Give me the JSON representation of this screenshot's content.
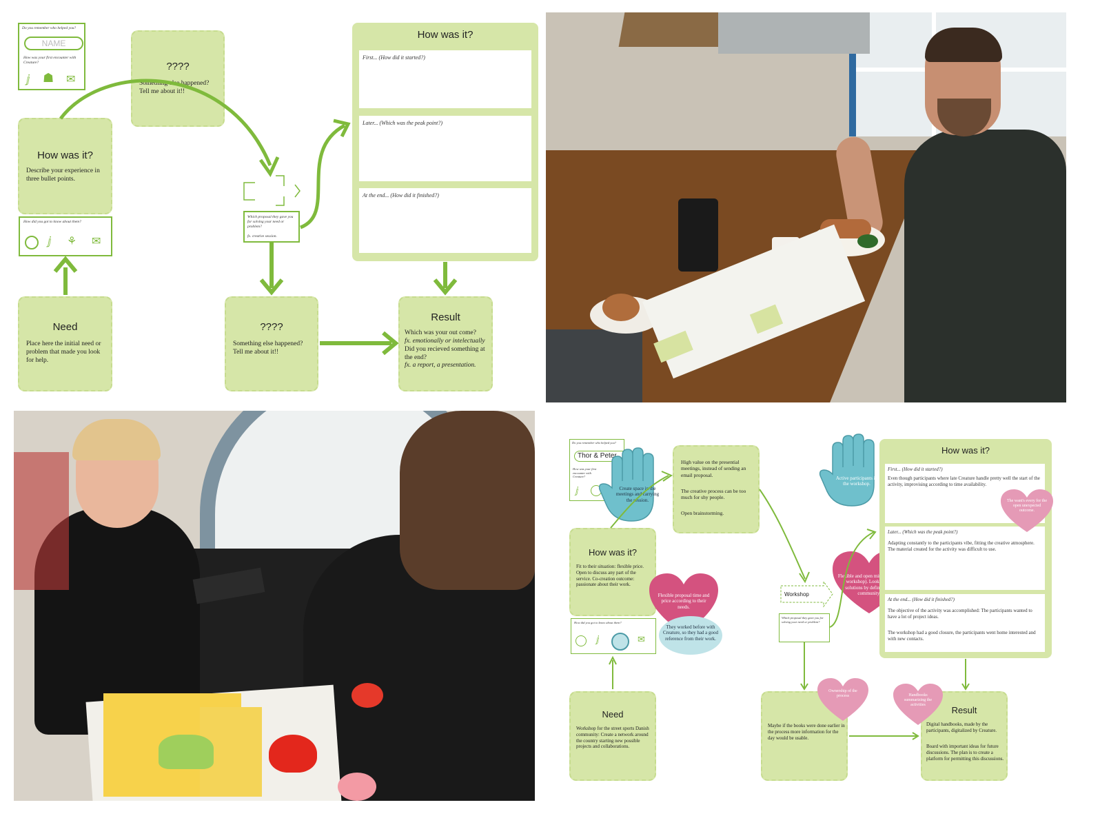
{
  "template": {
    "remember_prompt": "Do you remember who helped you?",
    "name_field": "NAME",
    "first_encounter": "How was your first encounter with Creature?",
    "howwasit_left_title": "How was it?",
    "howwasit_left_body": "Describe your experience in three bullet points.",
    "how_know_prompt": "How did you got to know about them?",
    "need_title": "Need",
    "need_body": "Place here the initial need or problem that made you look for help.",
    "else1_title": "????",
    "else1_body": "Something else happened? Tell me about it!!",
    "else2_title": "????",
    "else2_body": "Something else happened? Tell me about it!!",
    "proposal_body": "Which proposal they gave you for solving your need or problem?",
    "proposal_eg": "fx. creative session.",
    "big_title": "How was it?",
    "first": "First... (How did it started?)",
    "later": "Later... (Which was the peak point?)",
    "end": "At the end... (How did it finished?)",
    "result_title": "Result",
    "result_l1": "Which was your out come?",
    "result_l2": "fx. emotionally or intelectually",
    "result_l3": "Did you recieved something at the end?",
    "result_l4": "fx. a report, a presentation."
  },
  "filled": {
    "remember_prompt": "Do you remember who helped you?",
    "name_value": "Thor & Peter",
    "first_encounter": "How was your first encounter with Creature?",
    "blue_hand_left": "Create space in the meetings and carrying the session.",
    "top_note": "High value on the presential meetings, instead of sending an email proposal.",
    "top_note_2": "The creative process can be too much for shy people.",
    "top_note_3": "Open brainstorming.",
    "howwasit_title": "How was it?",
    "howwasit_body": "Fit to their situation: flexible price. Open to discuss any part of the service. Co-creation outcome: passionate about their work.",
    "heart_flex": "Flexible proposal time and price according to their needs.",
    "blue_bubble": "They worked before with Creature, so they had a good reference from their work.",
    "how_know_prompt": "How did you got to know about them?",
    "need_title": "Need",
    "need_body": "Workshop for the street sports Danish community: Create a network around the country starting new possible projects and collaborations.",
    "workshop_label": "Workshop",
    "proposal_body": "Which proposal they gave you for solving your need or problem?",
    "heart_open": "Flexible and open mindset (own workshop). Looking for solutions by defining the community.",
    "blue_hand_right": "Active participants in the workshop.",
    "big_title": "How was it?",
    "first_label": "First... (How did it started?)",
    "first_text": "Even though participants where late Creature handle pretty well the start of the activity, improvising according to time availability.",
    "heart_wants": "The want's every for the open unexpected outcome.",
    "later_label": "Later... (Which was the peak point?)",
    "later_text": "Adapting constantly to the participants vibe, fitting the creative atmosphere. The material created for the activity was difficult to use.",
    "end_label": "At the end... (How did it finished?)",
    "end_text_1": "The objective of the activity was accomplished: The participants wanted to have a lot of project ideas.",
    "end_text_2": "The workshop had a good closure, the participants went home interested and with new contacts.",
    "heart_ownership": "Ownership of the process",
    "maybe_text": "Maybe if the books were done earlier in the process more information for the day would be usable.",
    "heart_handbooks": "Handbooks summarizing the activities",
    "result_title": "Result",
    "result_text_1": "Digital handbooks, made by the participants, digitalized by Creature.",
    "result_text_2": "Board with important ideas for future discussions. The plan is to create a platform for permitting this discussions."
  },
  "colors": {
    "light_green": "#d6e6a8",
    "mid_green": "#c6dc8e",
    "arrow_green": "#7fba3c",
    "pink": "#d4527f",
    "blue_hand": "#6fc0cc",
    "light_blue": "#bfe3e8"
  }
}
